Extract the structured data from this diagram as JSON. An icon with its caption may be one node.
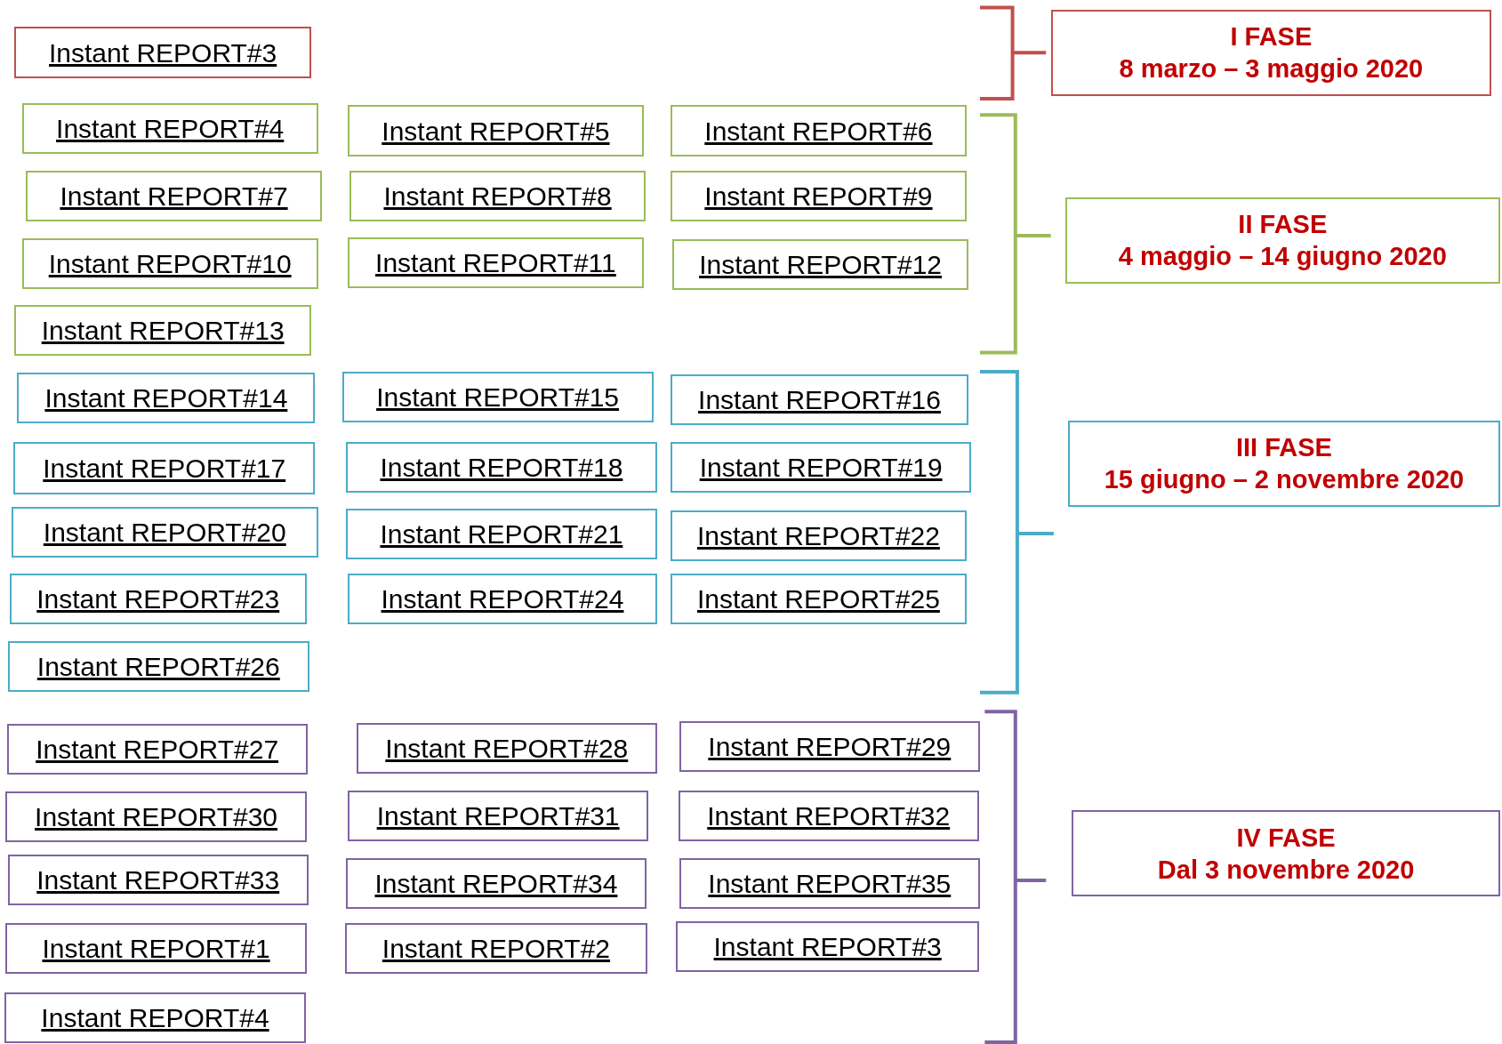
{
  "diagram": {
    "nodes": [
      {
        "text": [
          "Instant REPORT#3"
        ]
      },
      {
        "text": [
          "I FASE",
          "8 marzo – 3 maggio 2020"
        ]
      },
      {
        "text": [
          "Instant REPORT#4"
        ]
      },
      {
        "text": [
          "Instant REPORT#5"
        ]
      },
      {
        "text": [
          "Instant REPORT#6"
        ]
      },
      {
        "text": [
          "Instant REPORT#7"
        ]
      },
      {
        "text": [
          "Instant REPORT#8"
        ]
      },
      {
        "text": [
          "Instant REPORT#9"
        ]
      },
      {
        "text": [
          "Instant REPORT#10"
        ]
      },
      {
        "text": [
          "Instant REPORT#11"
        ]
      },
      {
        "text": [
          "Instant REPORT#12"
        ]
      },
      {
        "text": [
          "Instant REPORT#13"
        ]
      },
      {
        "text": [
          "II FASE",
          "4 maggio – 14 giugno 2020"
        ]
      },
      {
        "text": [
          "Instant REPORT#14"
        ]
      },
      {
        "text": [
          "Instant REPORT#15"
        ]
      },
      {
        "text": [
          "Instant REPORT#16"
        ]
      },
      {
        "text": [
          "Instant REPORT#17"
        ]
      },
      {
        "text": [
          "Instant REPORT#18"
        ]
      },
      {
        "text": [
          "Instant REPORT#19"
        ]
      },
      {
        "text": [
          "Instant REPORT#20"
        ]
      },
      {
        "text": [
          "Instant REPORT#21"
        ]
      },
      {
        "text": [
          "Instant REPORT#22"
        ]
      },
      {
        "text": [
          "Instant REPORT#23"
        ]
      },
      {
        "text": [
          "Instant REPORT#24"
        ]
      },
      {
        "text": [
          "Instant REPORT#25"
        ]
      },
      {
        "text": [
          "Instant REPORT#26"
        ]
      },
      {
        "text": [
          "III FASE",
          "15 giugno – 2 novembre 2020"
        ]
      },
      {
        "text": [
          "Instant REPORT#27"
        ]
      },
      {
        "text": [
          "Instant REPORT#28"
        ]
      },
      {
        "text": [
          "Instant REPORT#29"
        ]
      },
      {
        "text": [
          "Instant REPORT#30"
        ]
      },
      {
        "text": [
          "Instant REPORT#31"
        ]
      },
      {
        "text": [
          "Instant REPORT#32"
        ]
      },
      {
        "text": [
          "Instant REPORT#33"
        ]
      },
      {
        "text": [
          "Instant REPORT#34"
        ]
      },
      {
        "text": [
          "Instant REPORT#35"
        ]
      },
      {
        "text": [
          "Instant REPORT#1"
        ]
      },
      {
        "text": [
          "Instant REPORT#2"
        ]
      },
      {
        "text": [
          "Instant REPORT#3"
        ]
      },
      {
        "text": [
          "Instant REPORT#4"
        ]
      },
      {
        "text": [
          "IV FASE",
          "Dal 3 novembre 2020"
        ]
      }
    ]
  }
}
